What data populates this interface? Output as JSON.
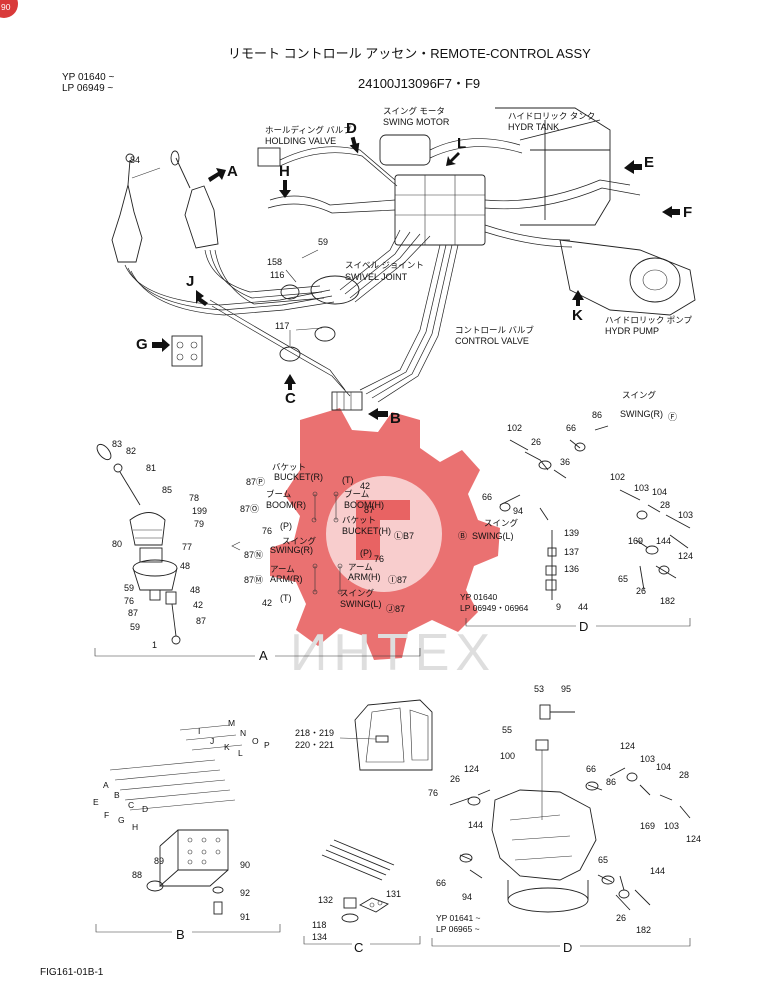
{
  "title": "リモート コントロール アッセン・REMOTE-CONTROL ASSY",
  "serial_left": [
    "YP 01640 ~",
    "LP 06949 ~"
  ],
  "part_no": "24100J13096F7・F9",
  "figure_id": "FIG161-01B-1",
  "watermark_text": "ИНТЕХ",
  "badge": {
    "text": "90",
    "color": "#d93a3a"
  },
  "component_labels": [
    {
      "jp": "ホールディング バルブ",
      "en": "HOLDING VALVE"
    },
    {
      "jp": "スイング モータ",
      "en": "SWING MOTOR"
    },
    {
      "jp": "ハイドロリック タンク",
      "en": "HYDR TANK"
    },
    {
      "jp": "スイベル ジョイント",
      "en": "SWIVEL JOINT"
    },
    {
      "jp": "コントロール バルブ",
      "en": "CONTROL VALVE"
    },
    {
      "jp": "ハイドロリック ポンプ",
      "en": "HYDR PUMP"
    }
  ],
  "view_arrows": [
    "A",
    "B",
    "C",
    "D",
    "E",
    "F",
    "G",
    "H",
    "J",
    "K",
    "L"
  ],
  "main_parts": [
    "84",
    "59",
    "158",
    "116",
    "117"
  ],
  "section_a": {
    "label": "A",
    "parts": [
      "83",
      "82",
      "81",
      "85",
      "78",
      "199",
      "79",
      "80",
      "77",
      "48",
      "59",
      "48",
      "76",
      "42",
      "87",
      "59",
      "87",
      "1"
    ],
    "function_rows": [
      {
        "left": "87Ⓟ",
        "left_label": "BUCKET(R)",
        "left_jp": "バケット",
        "right": "(T)",
        "right_label": "BOOM(H)",
        "right_jp": "ブーム",
        "right_no": "42"
      },
      {
        "left": "87Ⓞ",
        "left_label": "BOOM(R)",
        "left_jp": "ブーム",
        "right": "",
        "right_label": "",
        "right_jp": "",
        "right_no": "87"
      },
      {
        "left": "76",
        "left_label": "(P)",
        "left_jp": "",
        "right": "",
        "right_label": "BUCKET(H)",
        "right_jp": "バケット",
        "right_no": "ⓁB7"
      },
      {
        "left": "87Ⓝ",
        "left_label": "SWING(R)",
        "left_jp": "スイング",
        "right": "(P)",
        "right_label": "",
        "right_jp": "",
        "right_no": "76"
      },
      {
        "left": "87Ⓜ",
        "left_label": "ARM(R)",
        "left_jp": "アーム",
        "right": "",
        "right_label": "ARM(H)",
        "right_jp": "アーム",
        "right_no": "Ⓘ87"
      },
      {
        "left": "42",
        "left_label": "(T)",
        "left_jp": "",
        "right": "",
        "right_label": "SWING(L)",
        "right_jp": "スイング",
        "right_no": "Ⓙ87"
      }
    ]
  },
  "section_d_upper": {
    "label": "D",
    "serial": [
      "YP 01640",
      "LP 06949・06964"
    ],
    "swing_r": {
      "jp": "スイング",
      "en": "SWING(R)",
      "tag": "Ⓕ"
    },
    "swing_l": {
      "jp": "スイング",
      "en": "SWING(L)",
      "tag": "Ⓑ"
    },
    "parts": [
      "102",
      "26",
      "66",
      "86",
      "36",
      "66",
      "94",
      "139",
      "137",
      "136",
      "9",
      "44",
      "102",
      "103",
      "104",
      "28",
      "103",
      "169",
      "144",
      "124",
      "65",
      "26",
      "182"
    ]
  },
  "section_b": {
    "label": "B",
    "parts": [
      "88",
      "89",
      "90",
      "92",
      "91"
    ],
    "port_letters": [
      "A",
      "B",
      "C",
      "D",
      "E",
      "F",
      "G",
      "H",
      "I",
      "J",
      "K",
      "L",
      "M",
      "N",
      "O",
      "P"
    ]
  },
  "cab_parts": [
    "218・219",
    "220・221"
  ],
  "section_c": {
    "label": "C",
    "parts": [
      "132",
      "131",
      "118",
      "134"
    ]
  },
  "section_d_lower": {
    "label": "D",
    "serial": [
      "YP 01641 ~",
      "LP 06965 ~"
    ],
    "parts": [
      "53",
      "95",
      "55",
      "100",
      "124",
      "103",
      "104",
      "76",
      "26",
      "124",
      "66",
      "86",
      "28",
      "144",
      "169",
      "103",
      "124",
      "65",
      "144",
      "66",
      "94",
      "26",
      "182"
    ]
  }
}
